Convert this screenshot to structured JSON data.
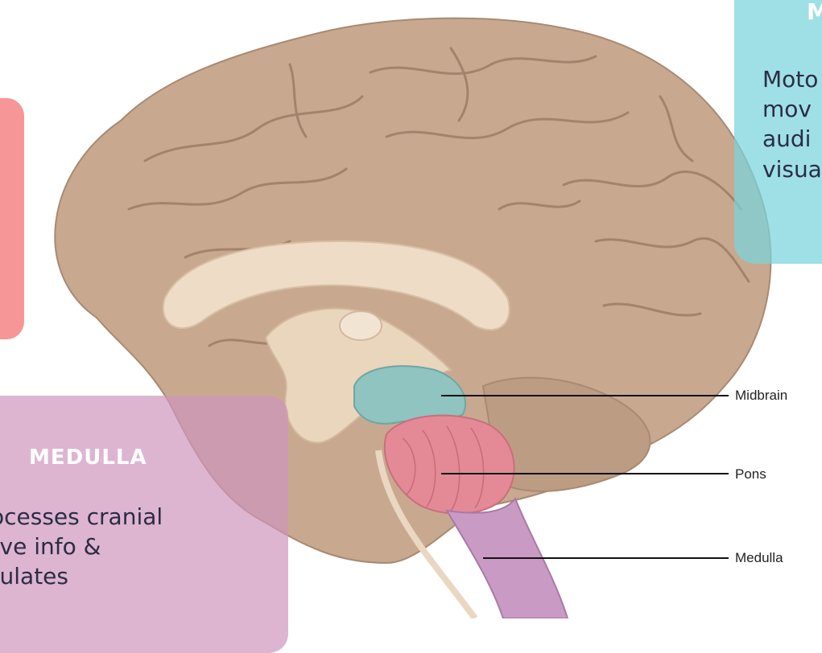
{
  "labels": {
    "midbrain": "Midbrain",
    "pons": "Pons",
    "medulla": "Medulla"
  },
  "cards": {
    "teal": {
      "title": "M",
      "lines": [
        "Moto",
        "mov",
        "audi",
        "visua"
      ]
    },
    "pink": {
      "title": "MEDULLA",
      "lines": [
        "ocesses cranial",
        "rve info &",
        "rulates"
      ]
    }
  },
  "colors": {
    "cortex": "#c8a990",
    "cortex_shadow": "#b08e76",
    "inner": "#efdcc6",
    "midbrain": "#8fc4c0",
    "pons": "#e48a97",
    "medulla": "#c99ac4",
    "card_red": "#f57878",
    "card_teal": "#78d4dc",
    "card_pink": "#ce96be"
  }
}
